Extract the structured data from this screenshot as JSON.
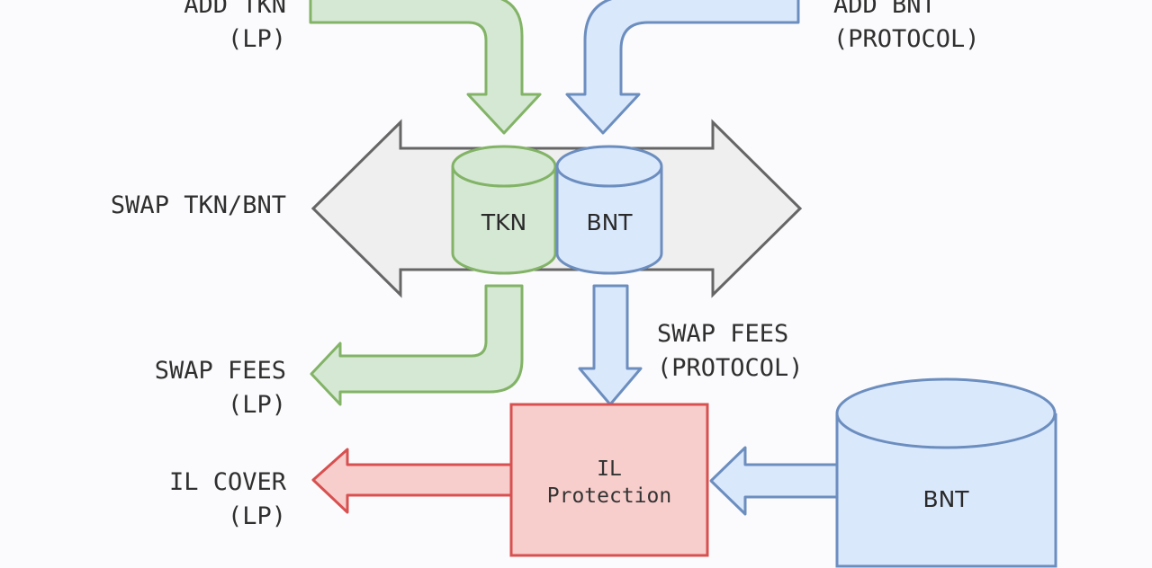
{
  "colors": {
    "background": "#fbfbfd",
    "green_fill": "#d5e8d4",
    "green_stroke": "#82b366",
    "blue_fill": "#dae8fc",
    "blue_stroke": "#6c8ebf",
    "gray_fill": "#efefef",
    "gray_stroke": "#666666",
    "red_fill": "#f8cecc",
    "red_stroke": "#d85050",
    "text": "#2f2f2f"
  },
  "labels": {
    "add_tkn": [
      "ADD TKN",
      "(LP)"
    ],
    "add_bnt": [
      "ADD BNT",
      "(PROTOCOL)"
    ],
    "swap_pair": "SWAP TKN/BNT",
    "swap_fees_lp": [
      "SWAP FEES",
      "(LP)"
    ],
    "swap_fees_protocol": [
      "SWAP FEES",
      "(PROTOCOL)"
    ],
    "il_cover": [
      "IL COVER",
      "(LP)"
    ]
  },
  "nodes": {
    "tkn_pool": "TKN",
    "bnt_pool": "BNT",
    "il_protection": [
      "IL",
      "Protection"
    ],
    "bnt_reserve": "BNT"
  },
  "icons": [
    "double-arrow",
    "arrow",
    "cylinder"
  ]
}
